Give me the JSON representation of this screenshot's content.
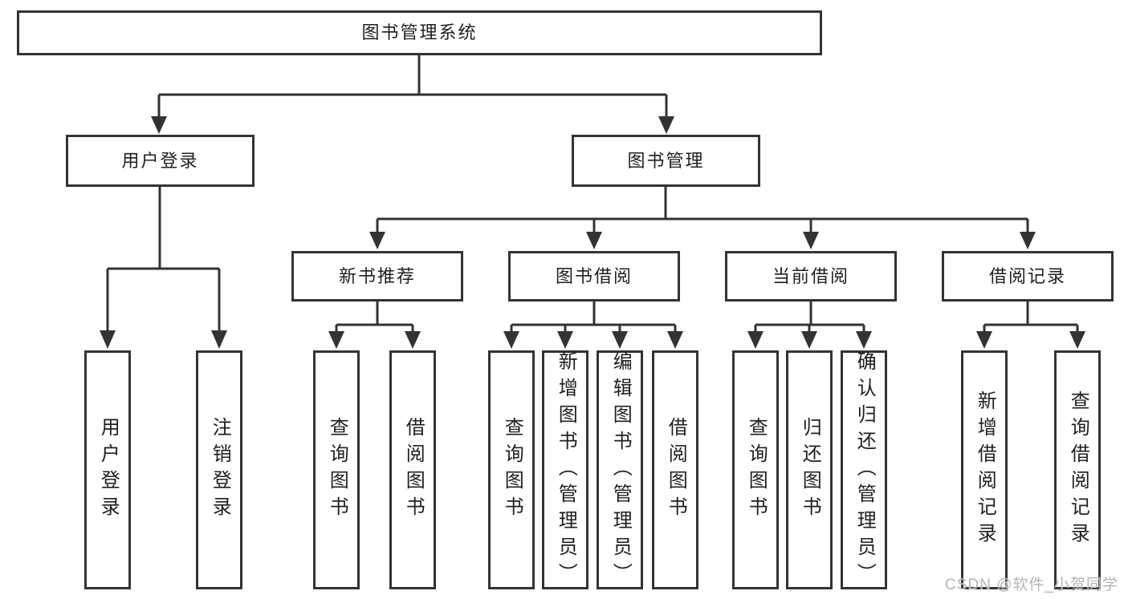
{
  "diagram": {
    "title": "图书管理系统",
    "children": [
      {
        "label": "用户登录",
        "children": [
          {
            "label": "用户登录"
          },
          {
            "label": "注销登录"
          }
        ]
      },
      {
        "label": "图书管理",
        "children": [
          {
            "label": "新书推荐",
            "children": [
              {
                "label": "查询图书"
              },
              {
                "label": "借阅图书"
              }
            ]
          },
          {
            "label": "图书借阅",
            "children": [
              {
                "label": "查询图书"
              },
              {
                "label": "新增图书（管理员）"
              },
              {
                "label": "编辑图书（管理员）"
              },
              {
                "label": "借阅图书"
              }
            ]
          },
          {
            "label": "当前借阅",
            "children": [
              {
                "label": "查询图书"
              },
              {
                "label": "归还图书"
              },
              {
                "label": "确认归还（管理员）"
              }
            ]
          },
          {
            "label": "借阅记录",
            "children": [
              {
                "label": "新增借阅记录"
              },
              {
                "label": "查询借阅记录"
              }
            ]
          }
        ]
      }
    ]
  },
  "watermark": {
    "text": "CSDN @软件_小贺同学"
  },
  "colors": {
    "line": "#333333",
    "box_border": "#333333",
    "background": "#ffffff",
    "text": "#1f1f1f",
    "watermark": "#b3b4ba"
  }
}
